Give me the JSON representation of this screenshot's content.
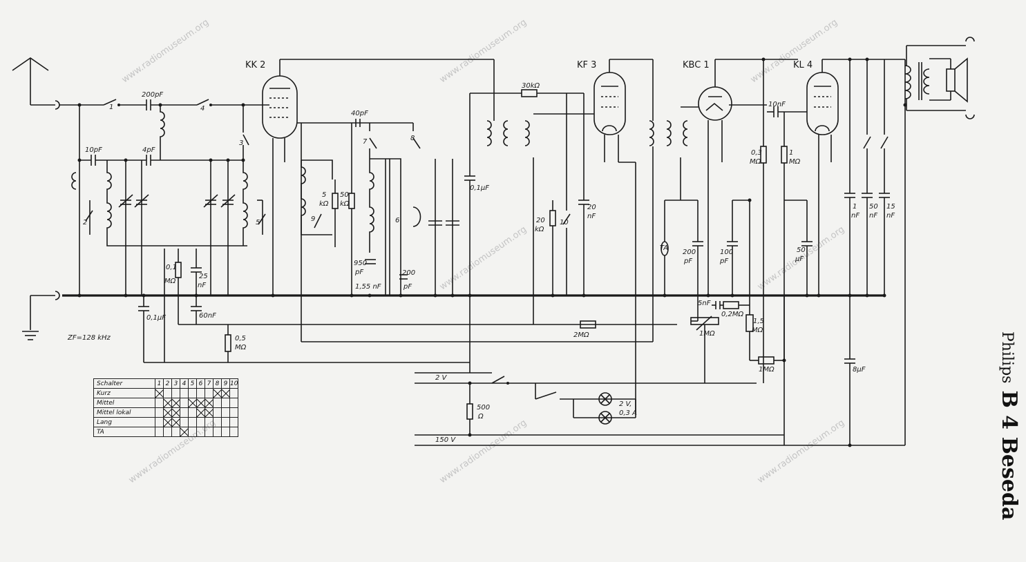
{
  "title": {
    "brand": "Philips",
    "model": "B 4 Beseda"
  },
  "watermark": "www.radiomuseum.org",
  "tubes": [
    "KK 2",
    "KF 3",
    "KBC 1",
    "KL 4"
  ],
  "labels": {
    "zf": "ZF=128 kHz",
    "c200pf": "200pF",
    "c10pf": "10pF",
    "c4pf": "4pF",
    "c40pf": "40pF",
    "r30k": "30kΩ",
    "c10nf": "10nF",
    "r01m_a": "0,1",
    "r01m_b": "MΩ",
    "c25nf_a": "25",
    "c25nf_b": "nF",
    "c01uf_l": "0,1μF",
    "c60nf": "60nF",
    "r05m_a": "0,5",
    "r05m_b": "MΩ",
    "r5k_a": "5",
    "r5k_b": "kΩ",
    "r50k_a": "50",
    "r50k_b": "kΩ",
    "c950_a": "950",
    "c950_b": "pF",
    "c155": "1,55 nF",
    "c200pf2_a": "200",
    "c200pf2_b": "pF",
    "c01uf_m": "0,1μF",
    "r20k_a": "20",
    "r20k_b": "kΩ",
    "c20nf_a": "20",
    "c20nf_b": "nF",
    "ta": "TA",
    "c200pf3_a": "200",
    "c200pf3_b": "pF",
    "c100pf_a": "100",
    "c100pf_b": "pF",
    "r03m_a": "0,3",
    "r03m_b": "MΩ",
    "r1m_a": "1",
    "r1m_b": "MΩ",
    "c50uf_a": "50",
    "c50uf_b": "μF",
    "c1nf_a": "1",
    "c1nf_b": "nF",
    "c50nf_a": "50",
    "c50nf_b": "nF",
    "c15nf_a": "15",
    "c15nf_b": "nF",
    "r2m": "2MΩ",
    "c5nf": "5nF",
    "r02m": "0,2MΩ",
    "r15m_a": "1,5",
    "r15m_b": "MΩ",
    "pot1m": "1MΩ",
    "r1m2": "1MΩ",
    "c8uf": "8μF",
    "v2": "2 V",
    "v150": "150 V",
    "r500_a": "500",
    "r500_b": "Ω",
    "lamp_a": "2 V,",
    "lamp_b": "0,3 A",
    "sw1": "1",
    "sw2": "2",
    "sw3": "3",
    "sw4": "4",
    "sw5": "5",
    "sw6": "6",
    "sw7": "7",
    "sw8": "8",
    "sw9": "9",
    "sw10": "10"
  },
  "switch_table": {
    "header_label": "Schalter",
    "columns": [
      "1",
      "2",
      "3",
      "4",
      "5",
      "6",
      "7",
      "8",
      "9",
      "10"
    ],
    "rows": [
      {
        "label": "Kurz",
        "marks": [
          1,
          0,
          0,
          0,
          0,
          0,
          0,
          1,
          1,
          0
        ]
      },
      {
        "label": "Mittel",
        "marks": [
          0,
          1,
          1,
          0,
          1,
          1,
          1,
          0,
          0,
          0
        ]
      },
      {
        "label": "Mittel lokal",
        "marks": [
          0,
          1,
          1,
          0,
          0,
          1,
          1,
          0,
          0,
          0
        ]
      },
      {
        "label": "Lang",
        "marks": [
          0,
          1,
          1,
          0,
          0,
          0,
          0,
          0,
          0,
          0
        ]
      },
      {
        "label": "TA",
        "marks": [
          0,
          0,
          0,
          1,
          0,
          0,
          0,
          0,
          0,
          0
        ]
      }
    ]
  }
}
